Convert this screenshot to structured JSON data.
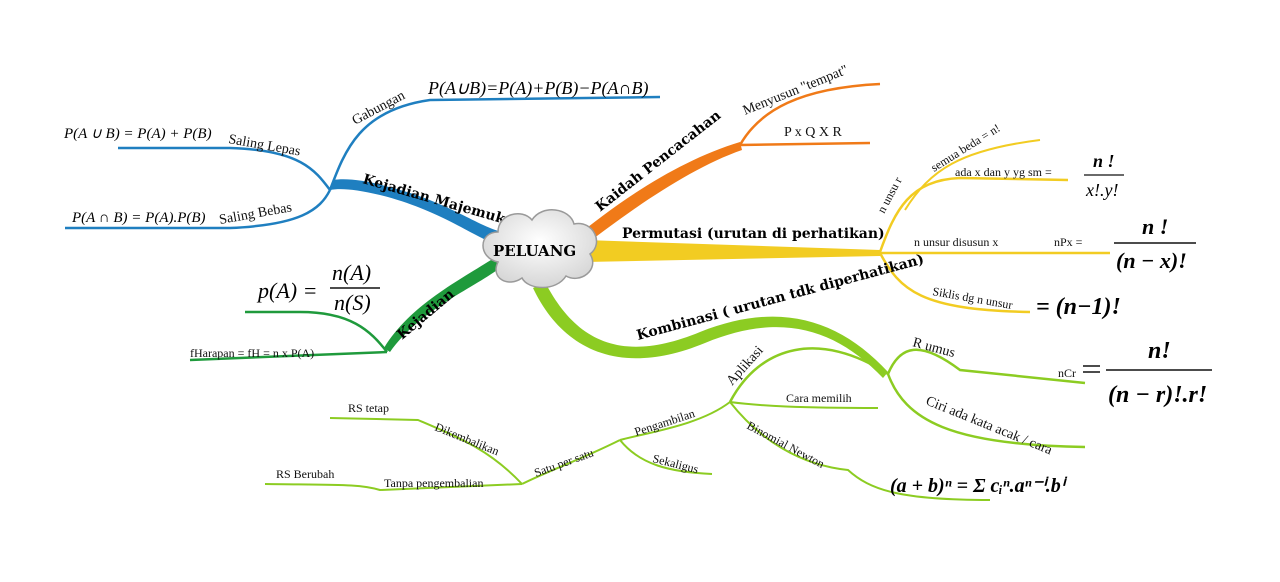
{
  "center": {
    "label": "PELUANG"
  },
  "colors": {
    "blue": "#1f7fc0",
    "orange": "#f07a18",
    "yellow": "#f2cc22",
    "green": "#8ccc22",
    "darkgreen": "#1f9a3c"
  },
  "branches": {
    "kejadian_majemuk": {
      "label": "Kejadian Majemuk",
      "gabungan": "Gabungan",
      "gabungan_formula": "P(A∪B)=P(A)+P(B)−P(A∩B)",
      "saling_lepas": "Saling Lepas",
      "saling_lepas_formula": "P(A ∪ B) = P(A) + P(B)",
      "saling_bebas": "Saling Bebas",
      "saling_bebas_formula": "P(A ∩ B) = P(A).P(B)"
    },
    "kejadian": {
      "label": "Kejadian",
      "formula_lhs": "p(A) =",
      "formula_num": "n(A)",
      "formula_den": "n(S)",
      "harapan": "fHarapan = fH = n x P(A)"
    },
    "kaidah": {
      "label": "Kaidah Pencacahan",
      "menyusun": "Menyusun \"tempat\"",
      "pxq": "P x Q X R"
    },
    "permutasi": {
      "label": "Permutasi (urutan di perhatikan)",
      "n_unsur": "n unsu r",
      "semua_beda": "semua beda = n!",
      "ada_x": "ada x dan y yg sm =",
      "ada_x_num": "n !",
      "ada_x_den": "x!.y!",
      "disusun": "n unsur disusun x",
      "npx": "nPx =",
      "npx_num": "n !",
      "npx_den": "(n − x)!",
      "siklis": "Siklis dg n unsur",
      "siklis_formula": "= (n−1)!"
    },
    "kombinasi": {
      "label": "Kombinasi ( urutan tdk diperhatikan)",
      "rumus": "R umus",
      "ncr": "nCr",
      "ncr_num": "n!",
      "ncr_den": "(n − r)!.r!",
      "ciri": "Ciri ada kata acak / cara",
      "aplikasi": "Aplikasi",
      "cara_memilih": "Cara memilih",
      "binomial": "Binomial Newton",
      "binomial_formula": "(a + b)ⁿ = Σ cᵢⁿ.aⁿ⁻ⁱ.bⁱ",
      "pengambilan": "Pengambilan",
      "sekaligus": "Sekaligus",
      "satu_per_satu": "Satu per satu",
      "dikembalikan": "Dikembalikan",
      "rs_tetap": "RS tetap",
      "tanpa": "Tanpa pengembalian",
      "rs_berubah": "RS Berubah"
    }
  }
}
